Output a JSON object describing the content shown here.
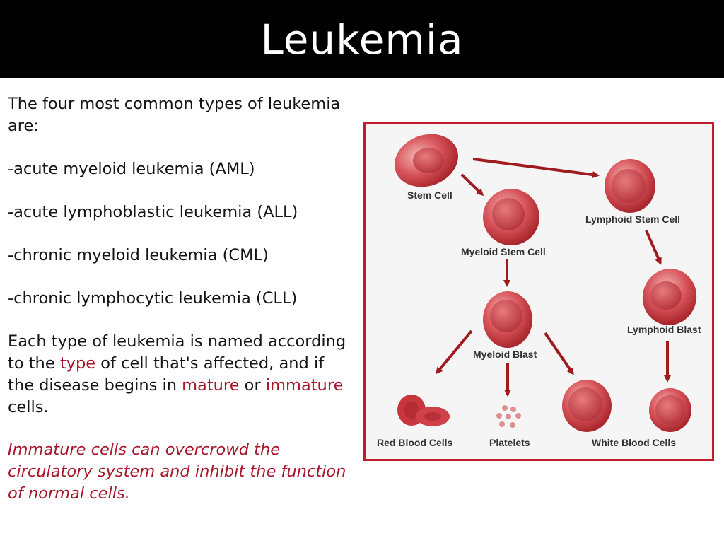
{
  "title": "Leukemia",
  "intro": "The four most common types of leukemia are:",
  "types": [
    "-acute myeloid leukemia (AML)",
    "-acute lymphoblastic leukemia (ALL)",
    "-chronic myeloid leukemia (CML)",
    "-chronic lymphocytic leukemia (CLL)"
  ],
  "naming": {
    "part1": "Each type of leukemia is named according to the ",
    "type_word": "type",
    "part2": " of cell that's affected, and if the disease begins in ",
    "mature_word": "mature",
    "part3": " or ",
    "immature_word": "immature",
    "part4": " cells."
  },
  "note": "Immature cells can overcrowd the circulatory system and inhibit the function of normal cells.",
  "diagram": {
    "labels": {
      "stem_cell": "Stem Cell",
      "lymphoid_stem_cell": "Lymphoid Stem Cell",
      "myeloid_stem_cell": "Myeloid Stem Cell",
      "lymphoid_blast": "Lymphoid Blast",
      "myeloid_blast": "Myeloid Blast",
      "red_blood_cells": "Red Blood Cells",
      "platelets": "Platelets",
      "white_blood_cells": "White Blood Cells"
    },
    "colors": {
      "border": "#c21c2d",
      "arrow": "#9e1b1e",
      "cell": "#d7545a",
      "cell_dark": "#a9262d",
      "cell_light": "#f3b7b5"
    }
  }
}
